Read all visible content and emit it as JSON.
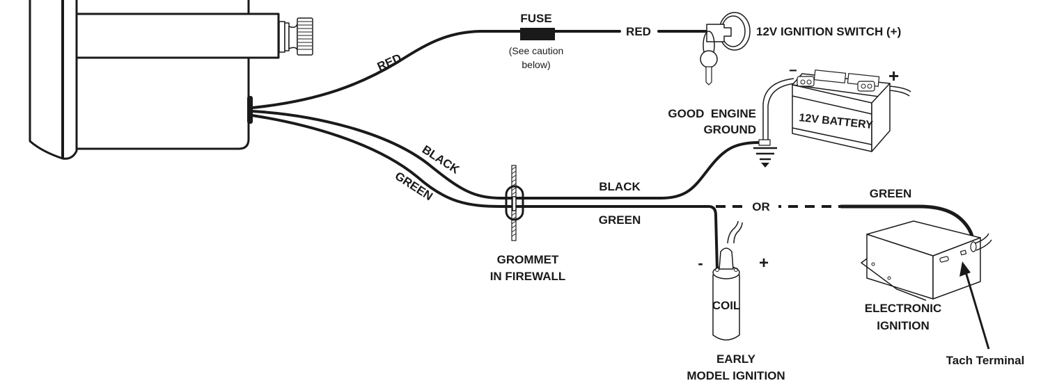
{
  "diagram": {
    "title": "Tachometer wiring diagram",
    "wires": {
      "red_upper": "RED",
      "red_switch": "RED",
      "black_lower": "BLACK",
      "green_lower": "GREEN",
      "black_after_firewall": "BLACK",
      "green_after_firewall": "GREEN",
      "green_electronic": "GREEN",
      "or_separator": "OR"
    },
    "fuse": {
      "label": "FUSE",
      "note_line1": "(See caution",
      "note_line2": "below)"
    },
    "ignition_switch": {
      "label": "12V IGNITION SWITCH (+)"
    },
    "battery": {
      "label": "12V BATTERY",
      "negative": "−",
      "positive": "+"
    },
    "ground": {
      "line1": "GOOD  ENGINE",
      "line2": "GROUND"
    },
    "grommet": {
      "line1": "GROMMET",
      "line2": "IN FIREWALL"
    },
    "coil": {
      "label": "COIL",
      "negative": "-",
      "positive": "+",
      "caption_line1": "EARLY",
      "caption_line2": "MODEL IGNITION"
    },
    "electronic_ignition": {
      "line1": "ELECTRONIC",
      "line2": "IGNITION"
    },
    "tach_terminal": {
      "label": "Tach Terminal"
    }
  }
}
